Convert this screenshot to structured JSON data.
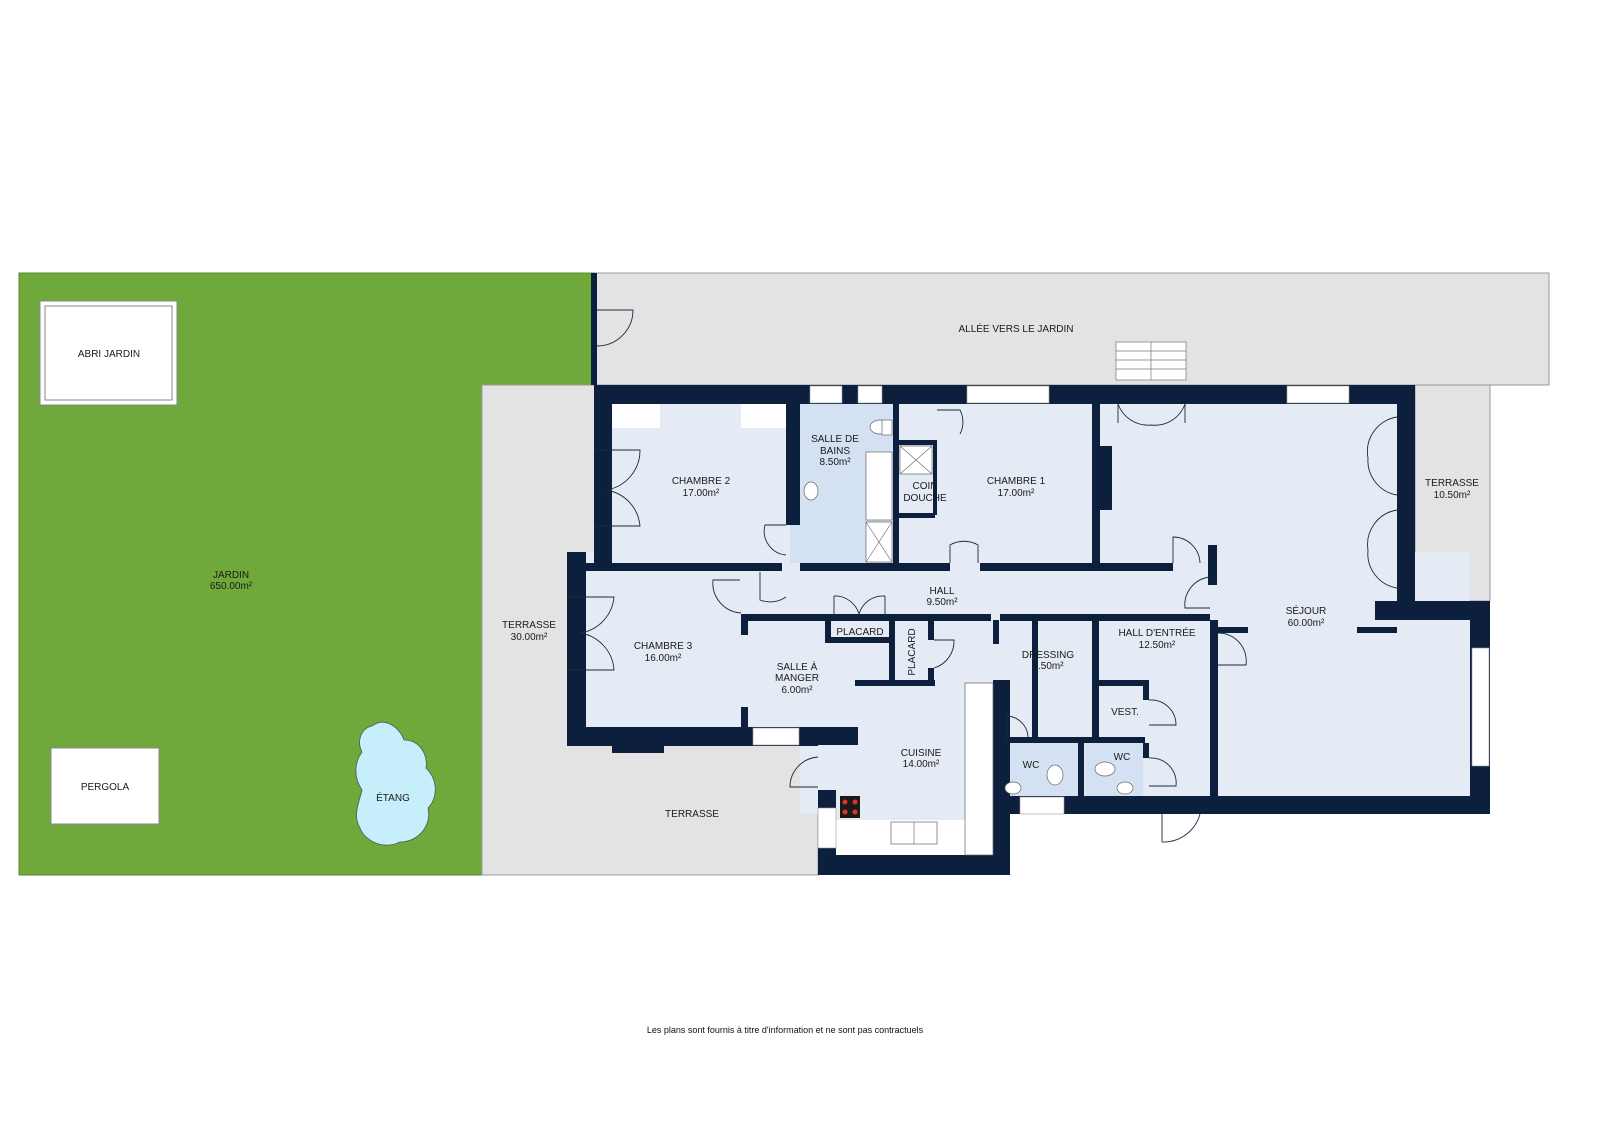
{
  "plan": {
    "garden": {
      "name": "JARDIN",
      "area": "650.00m²"
    },
    "shed": {
      "name": "ABRI JARDIN"
    },
    "pergola": {
      "name": "PERGOLA"
    },
    "pond": {
      "name": "ÉTANG"
    },
    "path": {
      "name": "ALLÉE VERS LE JARDIN"
    },
    "terrace_west": {
      "name": "TERRASSE",
      "area": "30.00m²"
    },
    "terrace_south": {
      "name": "TERRASSE"
    },
    "terrace_east": {
      "name": "TERRASSE",
      "area": "10.50m²"
    },
    "bedroom2": {
      "name": "CHAMBRE 2",
      "area": "17.00m²"
    },
    "bathroom": {
      "line1": "SALLE DE",
      "line2": "BAINS",
      "area": "8.50m²"
    },
    "shower": {
      "line1": "COIN",
      "line2": "DOUCHE"
    },
    "bedroom1": {
      "name": "CHAMBRE 1",
      "area": "17.00m²"
    },
    "hall": {
      "name": "HALL",
      "area": "9.50m²"
    },
    "closet1": {
      "name": "PLACARD"
    },
    "closet2": {
      "name": "PLACARD"
    },
    "bedroom3": {
      "name": "CHAMBRE 3",
      "area": "16.00m²"
    },
    "dining": {
      "line1": "SALLE À",
      "line2": "MANGER",
      "area": "6.00m²"
    },
    "dressing": {
      "name": "DRESSING",
      "area": "6.50m²"
    },
    "entrance": {
      "name": "HALL D'ENTRÉE",
      "area": "12.50m²"
    },
    "cloakroom": {
      "name": "VEST."
    },
    "wc1": {
      "name": "WC"
    },
    "wc2": {
      "name": "WC"
    },
    "kitchen": {
      "name": "CUISINE",
      "area": "14.00m²"
    },
    "living": {
      "name": "SÉJOUR",
      "area": "60.00m²"
    }
  },
  "colors": {
    "garden": "#70a93b",
    "wall": "#0c1f3d",
    "floor": "#e4ebf5",
    "exterior": "#e3e3e3",
    "pond": "#c6eefb"
  },
  "footer": "Les plans sont fournis à titre d'information et ne sont pas contractuels"
}
